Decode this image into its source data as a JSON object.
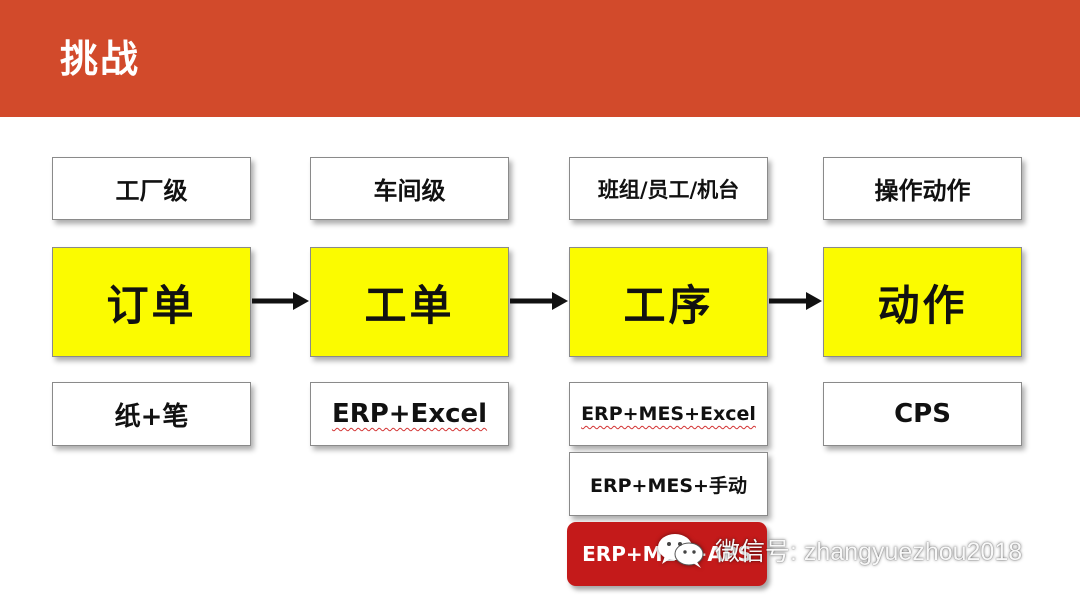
{
  "header": {
    "title": "挑战"
  },
  "levels": [
    "工厂级",
    "车间级",
    "班组/员工/机台",
    "操作动作"
  ],
  "stages": [
    "订单",
    "工单",
    "工序",
    "动作"
  ],
  "tools": {
    "factory": "纸+笔",
    "workshop": "ERP+Excel",
    "team_1": "ERP+MES+Excel",
    "team_2": "ERP+MES+手动",
    "team_3": "ERP+MES+APS",
    "operation": "CPS"
  },
  "watermark": {
    "text": "微信号: zhangyuezhou2018",
    "icon": "wechat-icon"
  },
  "colors": {
    "title_bar": "#d24a2b",
    "stage_fill": "#fbfb00",
    "highlight": "#c41a1a"
  }
}
